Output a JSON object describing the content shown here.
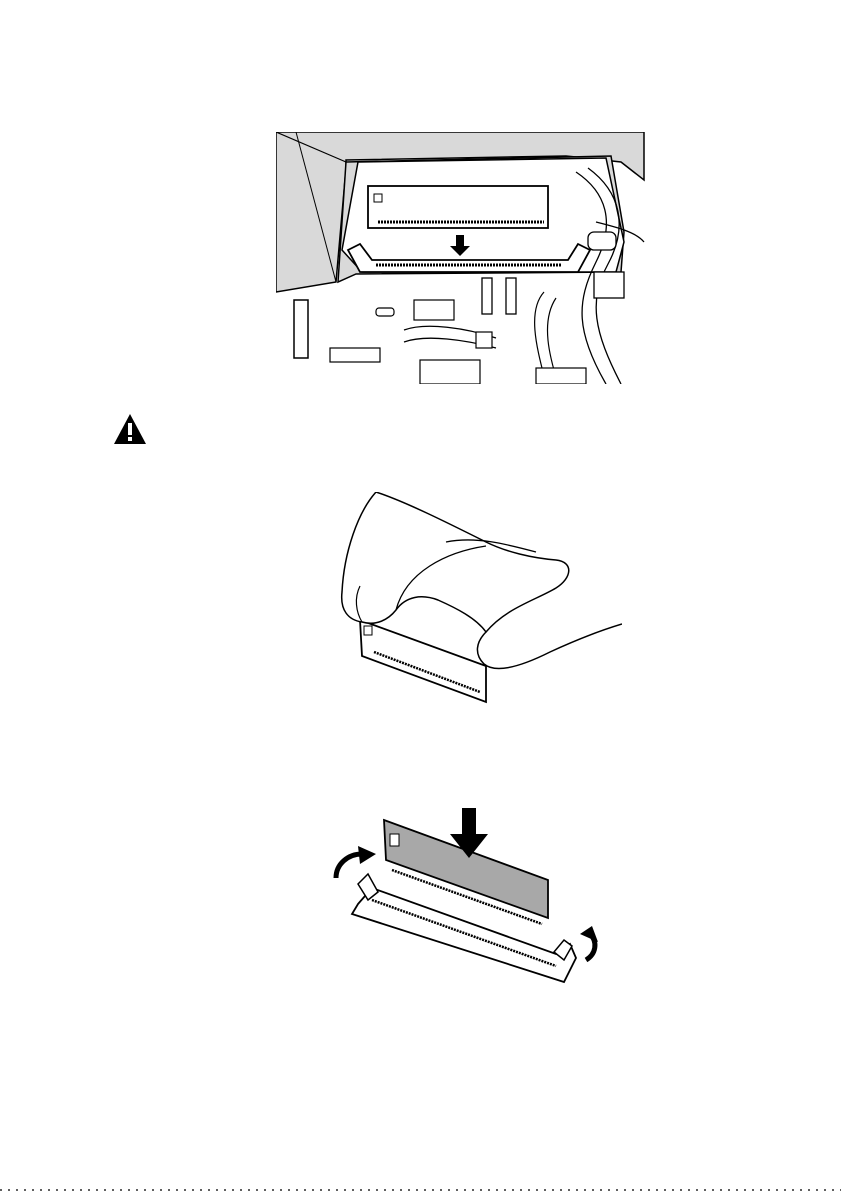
{
  "document": {
    "figures": [
      {
        "icon": "memory-module-in-computer-illustration"
      },
      {
        "icon": "hand-holding-memory-module-illustration"
      },
      {
        "icon": "memory-module-inserted-into-slot-illustration"
      }
    ],
    "warning_icon": "warning-triangle-icon",
    "colors": {
      "ink": "#000000",
      "panel_gray": "#d9d9d9",
      "module_gray": "#a8a8a8",
      "paper": "#ffffff"
    }
  }
}
